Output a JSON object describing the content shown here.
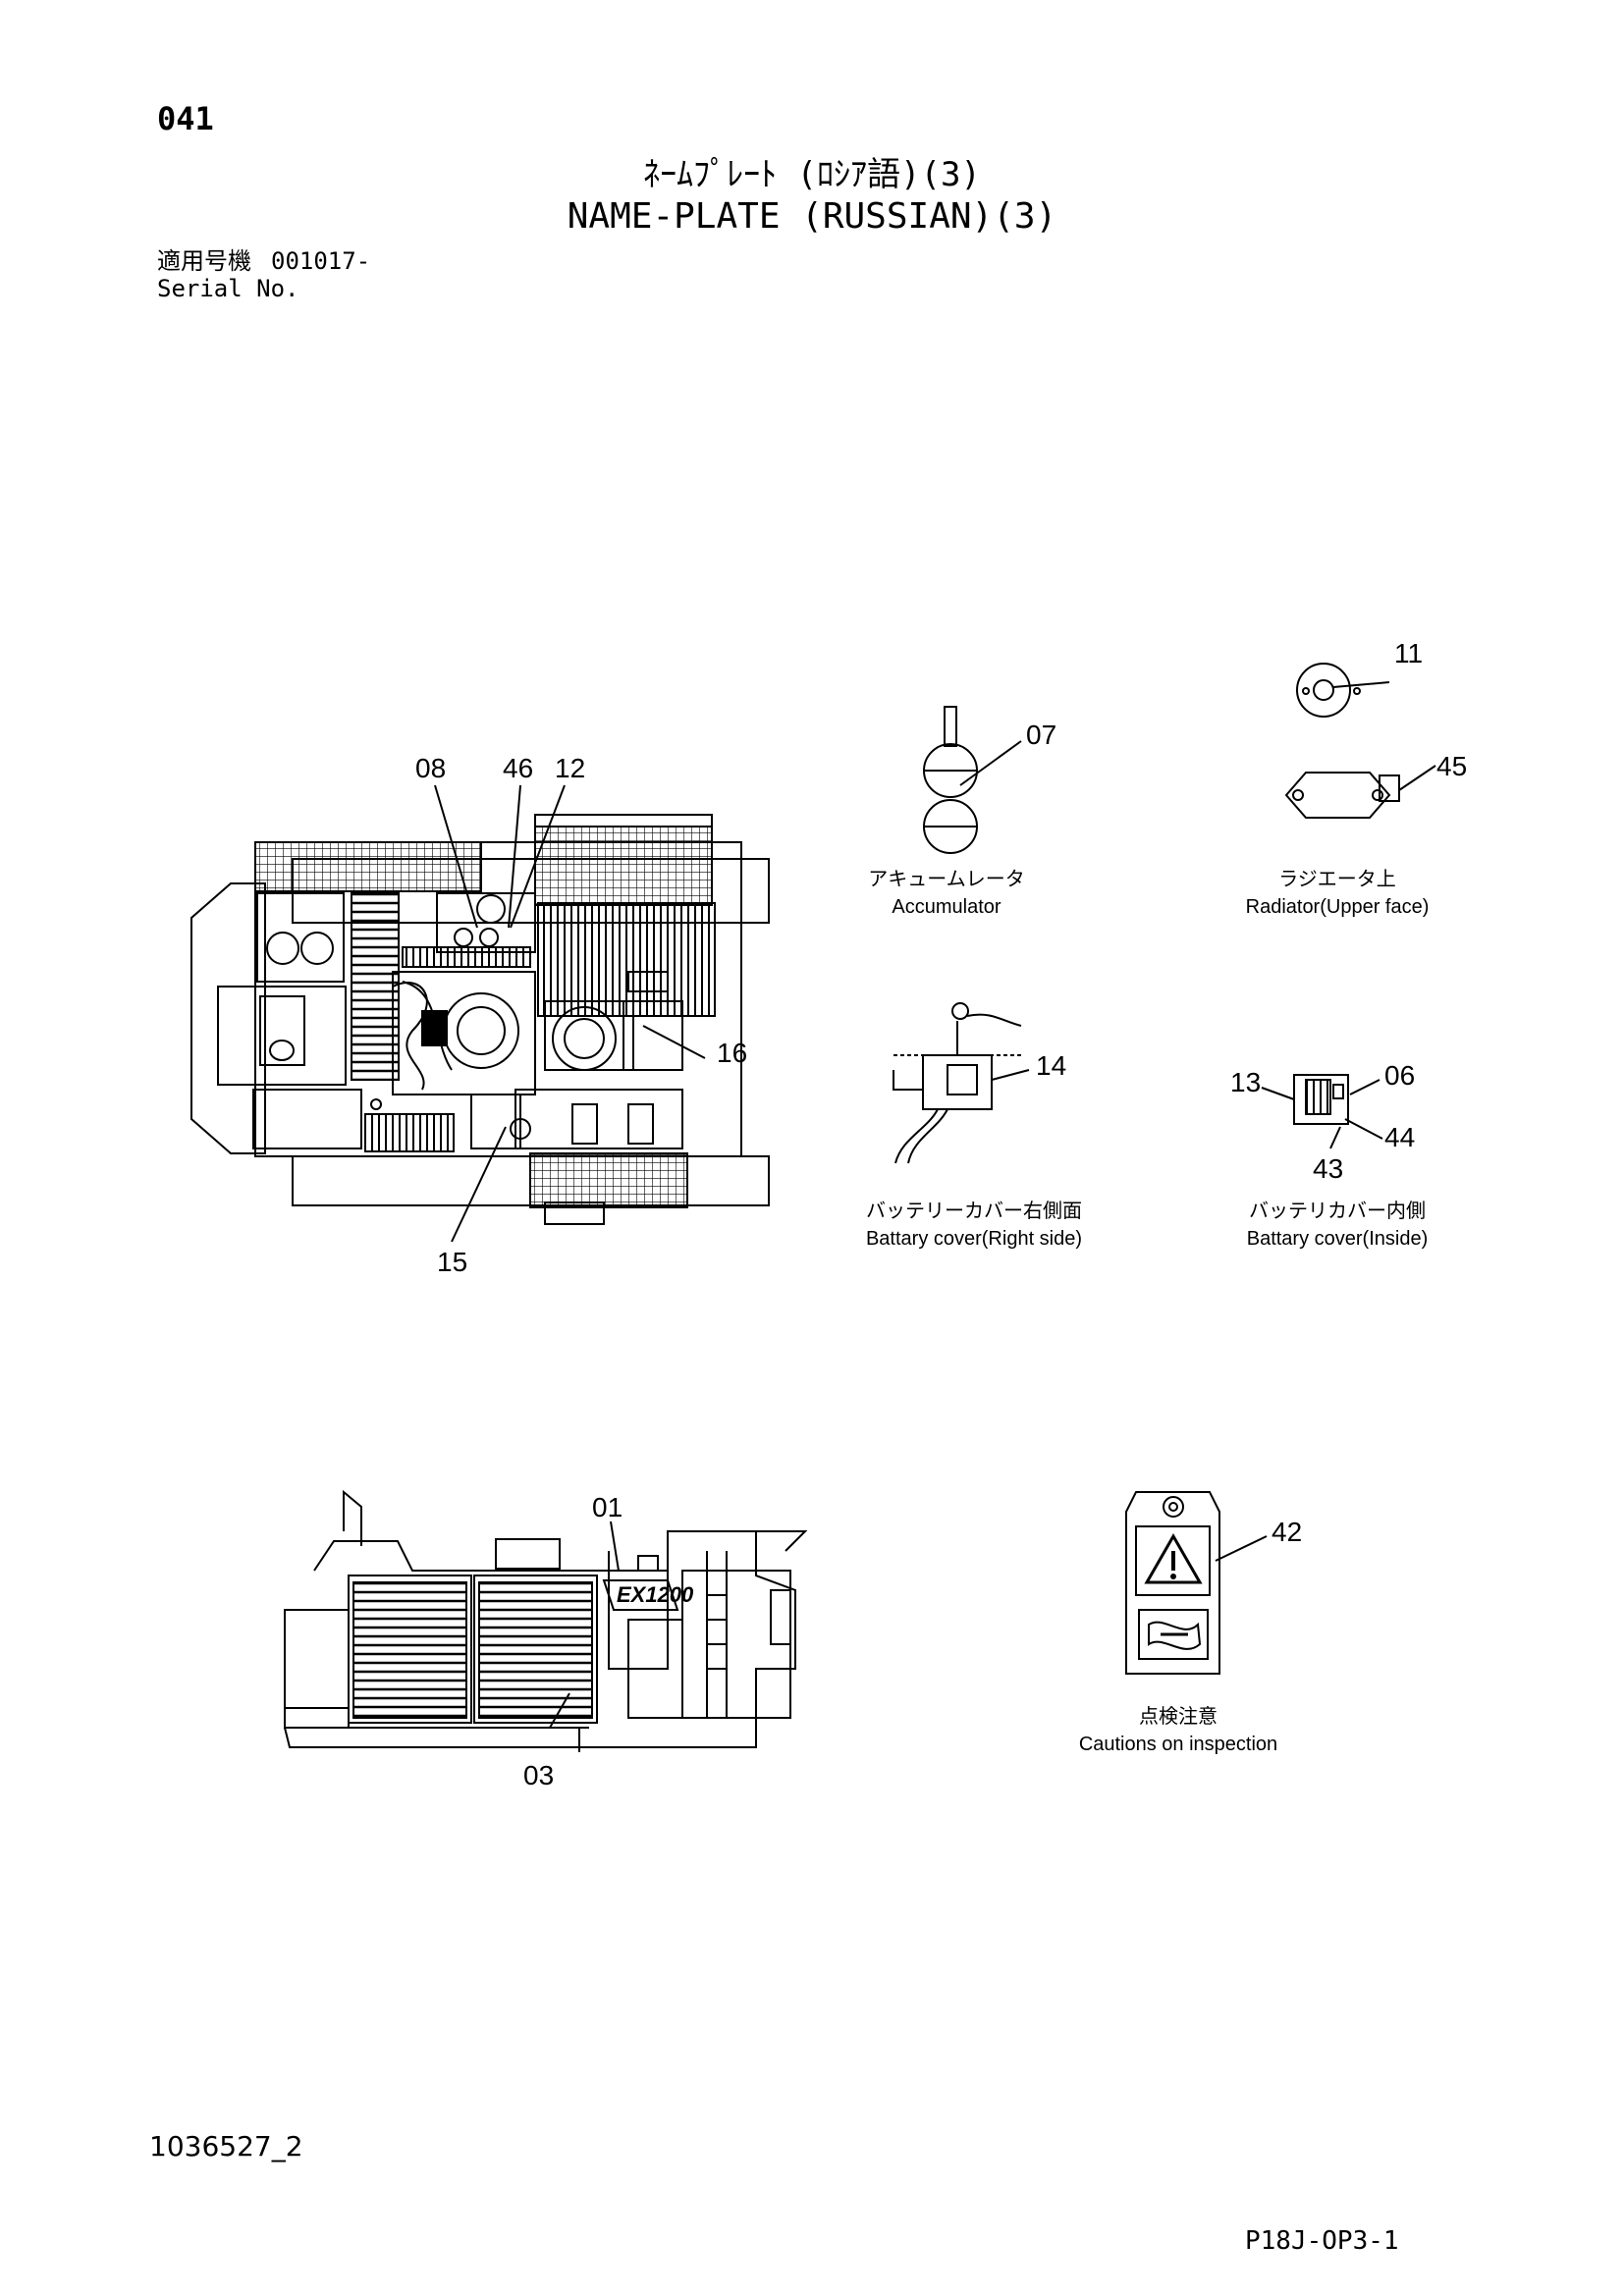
{
  "page": {
    "number": "041",
    "title_jp": "ﾈｰﾑﾌﾟﾚｰﾄ (ﾛｼｱ語)(3)",
    "title_en": "NAME-PLATE (RUSSIAN)(3)",
    "serial_label_jp": "適用号機",
    "serial_value": "001017-",
    "serial_label_en": "Serial No.",
    "doc_number": "1036527_2",
    "page_code": "P18J-OP3-1"
  },
  "callouts": {
    "c01": "01",
    "c03": "03",
    "c06": "06",
    "c07": "07",
    "c08": "08",
    "c11": "11",
    "c12": "12",
    "c13": "13",
    "c14": "14",
    "c15": "15",
    "c16": "16",
    "c42": "42",
    "c43": "43",
    "c44": "44",
    "c45": "45",
    "c46": "46"
  },
  "captions": {
    "accumulator_jp": "アキュームレータ",
    "accumulator_en": "Accumulator",
    "radiator_jp": "ラジエータ上",
    "radiator_en": "Radiator(Upper face)",
    "battery_right_jp": "バッテリーカバー右側面",
    "battery_right_en": "Battary cover(Right side)",
    "battery_inside_jp": "バッテリカバー内側",
    "battery_inside_en": "Battary cover(Inside)",
    "inspection_jp": "点検注意",
    "inspection_en": "Cautions on inspection"
  },
  "machine": {
    "model_badge": "EX1200"
  }
}
